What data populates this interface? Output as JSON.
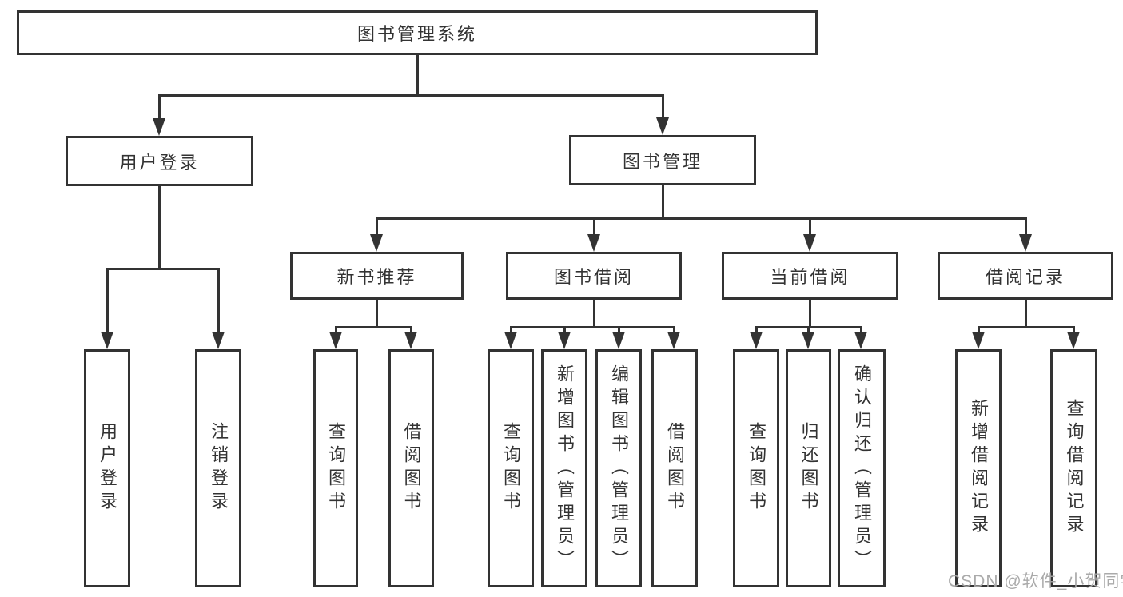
{
  "diagram": {
    "title_node": "图书管理系统",
    "root": {
      "label": "图书管理系统"
    },
    "branches": {
      "user": {
        "label": "用户登录",
        "children": [
          {
            "label": "用户登录"
          },
          {
            "label": "注销登录"
          }
        ]
      },
      "book": {
        "label": "图书管理",
        "sections": [
          {
            "label": "新书推荐",
            "children": [
              {
                "label": "查询图书"
              },
              {
                "label": "借阅图书"
              }
            ]
          },
          {
            "label": "图书借阅",
            "children": [
              {
                "label": "查询图书"
              },
              {
                "label": "新增图书（管理员）"
              },
              {
                "label": "编辑图书（管理员）"
              },
              {
                "label": "借阅图书"
              }
            ]
          },
          {
            "label": "当前借阅",
            "children": [
              {
                "label": "查询图书"
              },
              {
                "label": "归还图书"
              },
              {
                "label": "确认归还（管理员）"
              }
            ]
          },
          {
            "label": "借阅记录",
            "children": [
              {
                "label": "新增借阅记录"
              },
              {
                "label": "查询借阅记录"
              }
            ]
          }
        ]
      }
    },
    "colors": {
      "line": "#333333",
      "box_fill": "#ffffff",
      "watermark": "#a5a5a5"
    }
  },
  "watermark": {
    "text": "CSDN @软件_小贺同学"
  }
}
